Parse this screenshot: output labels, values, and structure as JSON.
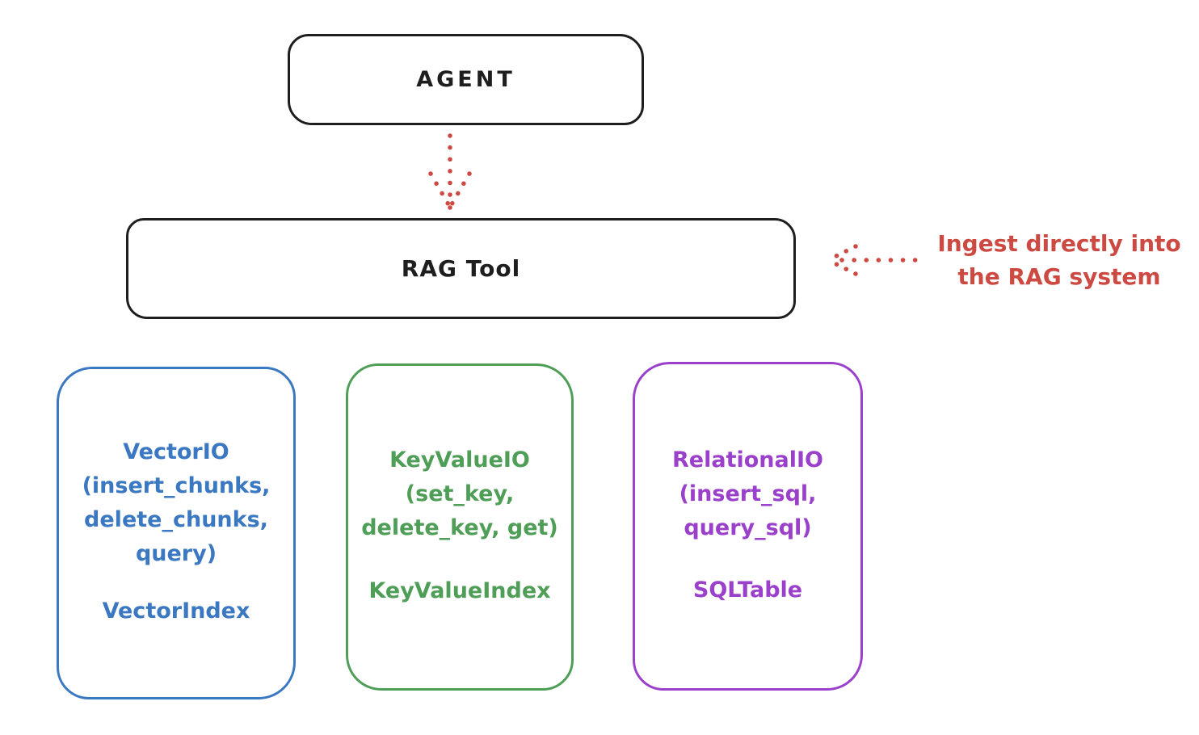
{
  "colors": {
    "ink": "#1e1e1e",
    "red": "#cd4a43",
    "blue": "#3b78c2",
    "green": "#4f9e57",
    "purple": "#9b40cb"
  },
  "agent": {
    "label": "AGENT"
  },
  "rag_tool": {
    "label": "RAG Tool"
  },
  "annotation": {
    "line1": "Ingest directly into",
    "line2": "the RAG system"
  },
  "backends": {
    "vector": {
      "color": "#3b78c2",
      "line1": "VectorIO",
      "line2": "(insert_chunks,",
      "line3": "delete_chunks,",
      "line4": "query)",
      "index": "VectorIndex"
    },
    "keyvalue": {
      "color": "#4f9e57",
      "line1": "KeyValueIO",
      "line2": "(set_key,",
      "line3": "delete_key, get)",
      "index": "KeyValueIndex"
    },
    "relational": {
      "color": "#9b40cb",
      "line1": "RelationalIO",
      "line2": "(insert_sql,",
      "line3": "query_sql)",
      "index": "SQLTable"
    }
  }
}
